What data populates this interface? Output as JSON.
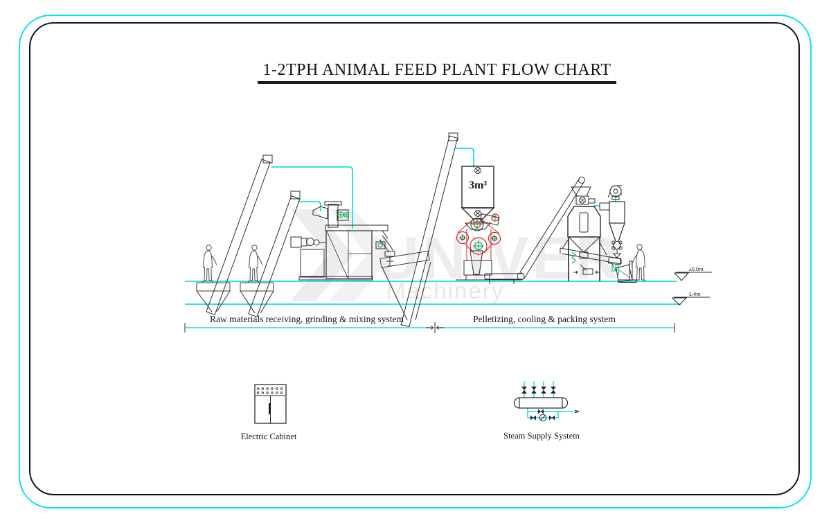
{
  "title": "1-2TPH ANIMAL FEED PLANT FLOW CHART",
  "labels": {
    "system_left": "Raw materials receiving, grinding & mixing system",
    "system_right": "Pelletizing, cooling & packing system",
    "hopper_capacity": "3m³",
    "electric_cabinet": "Electric Cabinet",
    "steam_supply": "Steam Supply System",
    "elevation_ground": "±0.0m",
    "elevation_pit": "-1.4m"
  },
  "watermark": {
    "brand": "UNIVER",
    "sub": "Machinery"
  },
  "colors": {
    "pipe_cyan": "#18dce8",
    "truss_green": "#00a651",
    "mill_red": "#dc2020",
    "line_dark": "#2b2b2b",
    "border_inner": "#0e1820",
    "border_cyan": "#0fe0ef",
    "watermark_gray": "#ededed",
    "figure_gray": "#4a4a4a"
  }
}
